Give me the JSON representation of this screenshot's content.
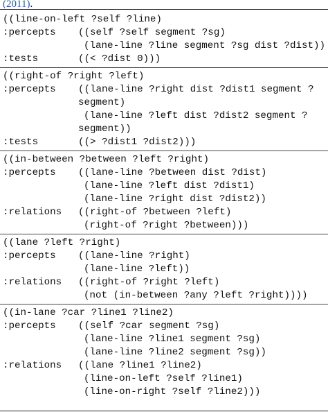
{
  "caption": {
    "year_text": "(2011)",
    "trailing": "."
  },
  "blocks": [
    {
      "id": "line-on-left",
      "lines": [
        {
          "key": "",
          "text": "((line-on-left ?self ?line)",
          "head": true
        },
        {
          "key": ":percepts",
          "text": "((self ?self segment ?sg)"
        },
        {
          "key": "",
          "text": "(lane-line ?line segment ?sg dist ?dist))",
          "indent": true
        },
        {
          "key": ":tests",
          "text": "((< ?dist 0)))"
        }
      ]
    },
    {
      "id": "right-of",
      "lines": [
        {
          "key": "",
          "text": "((right-of ?right ?left)",
          "head": true
        },
        {
          "key": ":percepts",
          "text": "((lane-line ?right dist ?dist1 segment ?"
        },
        {
          "key": "",
          "text": "segment)"
        },
        {
          "key": "",
          "text": "(lane-line ?left dist ?dist2 segment ?",
          "indent": true
        },
        {
          "key": "",
          "text": "segment))"
        },
        {
          "key": ":tests",
          "text": "((> ?dist1 ?dist2)))"
        }
      ]
    },
    {
      "id": "in-between",
      "lines": [
        {
          "key": "",
          "text": "((in-between ?between ?left ?right)",
          "head": true
        },
        {
          "key": ":percepts",
          "text": "((lane-line ?between dist ?dist)"
        },
        {
          "key": "",
          "text": "(lane-line ?left dist ?dist1)",
          "indent": true
        },
        {
          "key": "",
          "text": "(lane-line ?right dist ?dist2))",
          "indent": true
        },
        {
          "key": ":relations",
          "text": "((right-of ?between ?left)"
        },
        {
          "key": "",
          "text": "(right-of ?right ?between)))",
          "indent": true
        }
      ]
    },
    {
      "id": "lane",
      "lines": [
        {
          "key": "",
          "text": "((lane ?left ?right)",
          "head": true
        },
        {
          "key": ":percepts",
          "text": "((lane-line ?right)"
        },
        {
          "key": "",
          "text": "(lane-line ?left))",
          "indent": true
        },
        {
          "key": ":relations",
          "text": "((right-of ?right ?left)"
        },
        {
          "key": "",
          "text": "(not (in-between ?any ?left ?right))))",
          "indent": true
        }
      ]
    },
    {
      "id": "in-lane",
      "lines": [
        {
          "key": "",
          "text": "((in-lane ?car ?line1 ?line2)",
          "head": true
        },
        {
          "key": ":percepts",
          "text": "((self ?car segment ?sg)"
        },
        {
          "key": "",
          "text": "(lane-line ?line1 segment ?sg)",
          "indent": true
        },
        {
          "key": "",
          "text": "(lane-line ?line2 segment ?sg))",
          "indent": true
        },
        {
          "key": ":relations",
          "text": "((lane ?line1 ?line2)"
        },
        {
          "key": "",
          "text": "(line-on-left ?self ?line1)",
          "indent": true
        },
        {
          "key": "",
          "text": "(line-on-right ?self ?line2)))",
          "indent": true
        }
      ]
    }
  ]
}
